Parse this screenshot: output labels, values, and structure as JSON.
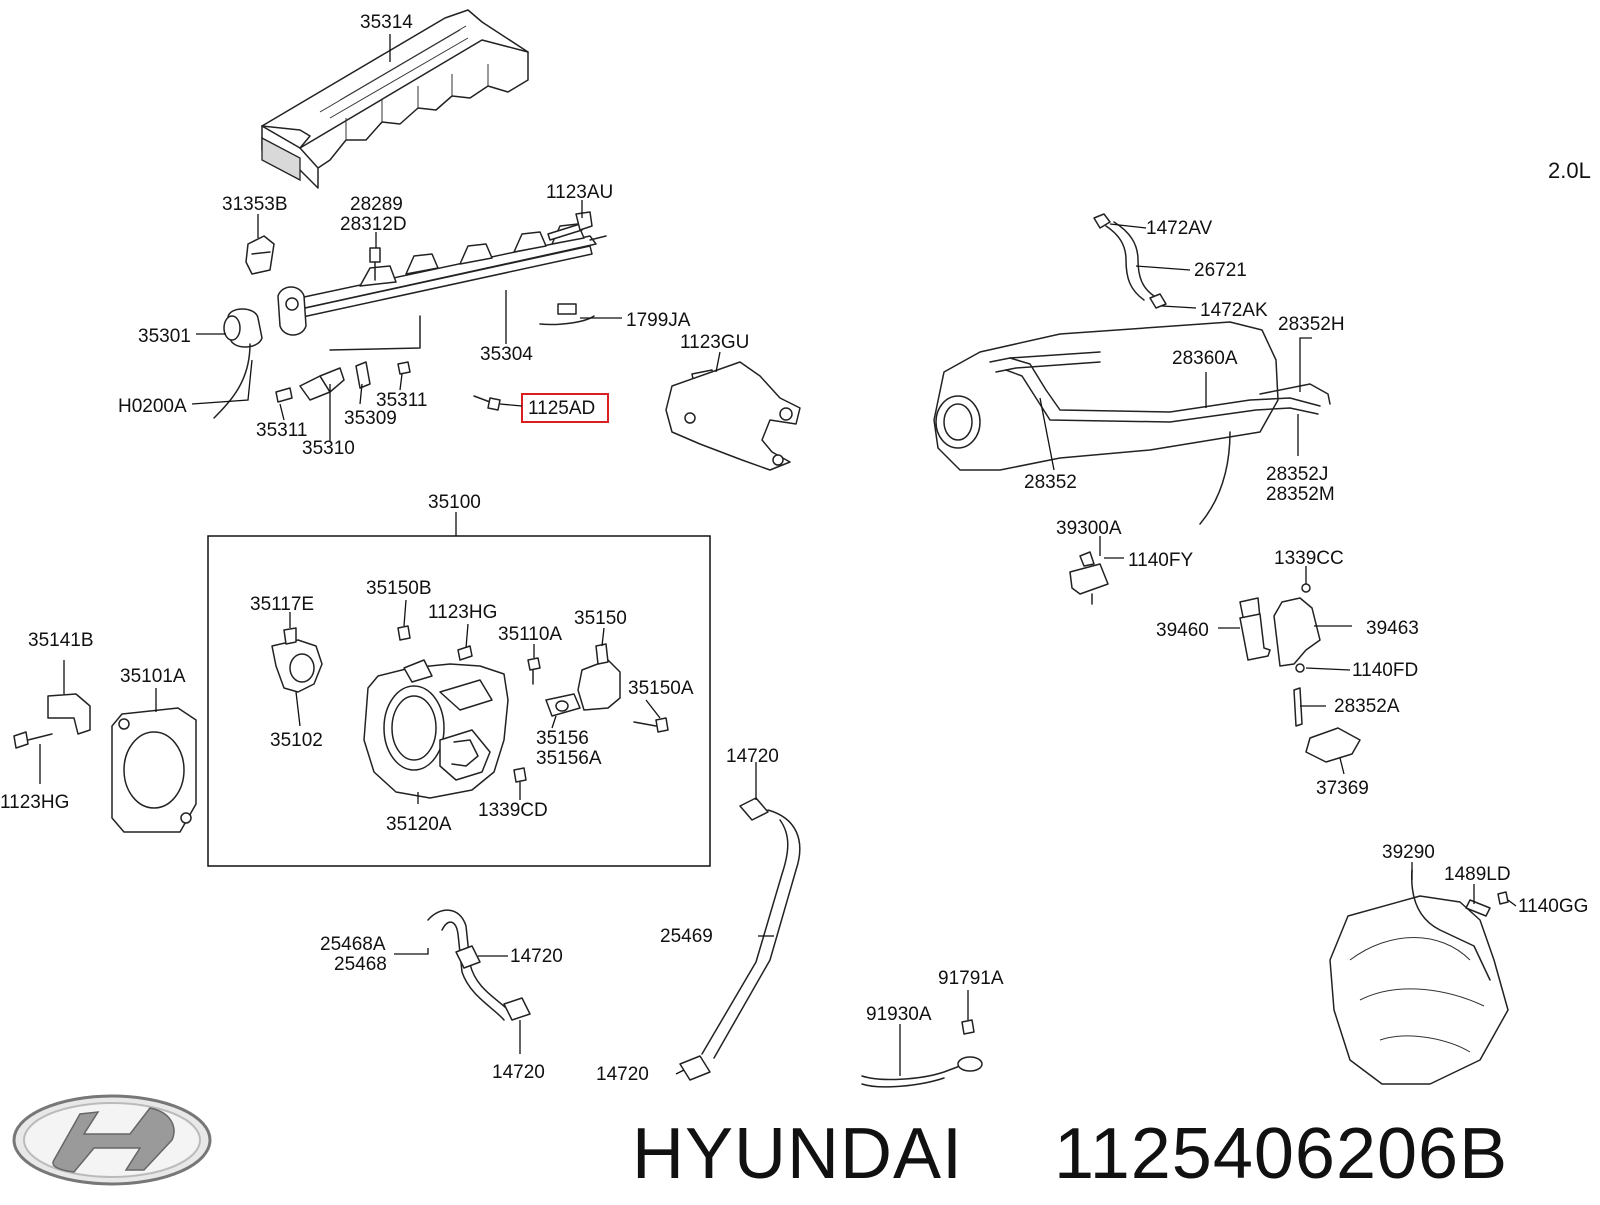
{
  "header": {
    "engine_label": "2.0L"
  },
  "highlight": {
    "part": "1125AD",
    "color": "#d92020"
  },
  "footer": {
    "brand": "HYUNDAI",
    "part_number": "1125406206B"
  },
  "logo": {
    "name": "hyundai-logo"
  },
  "callouts": {
    "c35314": "35314",
    "c31353B": "31353B",
    "c28289": "28289",
    "c28312D": "28312D",
    "c1123AU": "1123AU",
    "c35301": "35301",
    "c1799JA": "1799JA",
    "c35304": "35304",
    "cH0200A": "H0200A",
    "c35311a": "35311",
    "c35309": "35309",
    "c35311b": "35311",
    "c35310": "35310",
    "c1125AD": "1125AD",
    "c1123GU": "1123GU",
    "c1472AV": "1472AV",
    "c26721": "26721",
    "c1472AK": "1472AK",
    "c28352H": "28352H",
    "c28360A": "28360A",
    "c28352": "28352",
    "c28352J": "28352J",
    "c28352M": "28352M",
    "c39300A": "39300A",
    "c1140FY": "1140FY",
    "c1339CC": "1339CC",
    "c39460": "39460",
    "c39463": "39463",
    "c1140FD": "1140FD",
    "c28352A": "28352A",
    "c37369": "37369",
    "c35100": "35100",
    "c35117E": "35117E",
    "c35150B": "35150B",
    "c1123HGa": "1123HG",
    "c35110A": "35110A",
    "c35150": "35150",
    "c35150A": "35150A",
    "c35102": "35102",
    "c35156": "35156",
    "c35156A": "35156A",
    "c35120A": "35120A",
    "c1339CD": "1339CD",
    "c35141B": "35141B",
    "c35101A": "35101A",
    "c1123HGb": "1123HG",
    "c14720a": "14720",
    "c25469": "25469",
    "c14720b": "14720",
    "c25468A": "25468A",
    "c25468": "25468",
    "c14720c": "14720",
    "c14720d": "14720",
    "c91791A": "91791A",
    "c91930A": "91930A",
    "c39290": "39290",
    "c1489LD": "1489LD",
    "c1140GG": "1140GG"
  }
}
